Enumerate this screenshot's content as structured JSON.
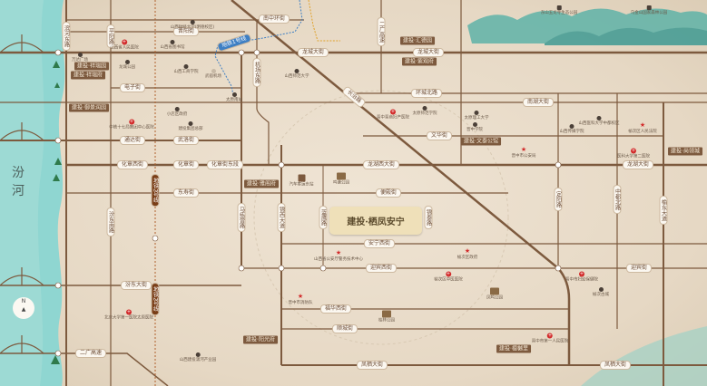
{
  "river": {
    "name_1": "汾",
    "name_2": "河",
    "color": "#7fd3cf"
  },
  "project": {
    "name": "建投·栖凤安宁",
    "accent": "#7d5a3e"
  },
  "compass": "N",
  "roads": [
    "滨河东路",
    "平阳路",
    "晋阳街",
    "南中环街",
    "龙城大街",
    "龙城大街",
    "电子街",
    "通达街",
    "武洛街",
    "化章西街",
    "化章街",
    "化章街东段",
    "东寿街",
    "机场东路",
    "二广高速",
    "环城北路",
    "南湖大街",
    "文华街",
    "龙湖西大街",
    "龙湖大街",
    "长治路",
    "便殿街",
    "安宁西街",
    "迎宾西街",
    "迎宾街",
    "福华西街",
    "顺城街",
    "凤栖大街",
    "凤栖大街",
    "汾东南路",
    "汾东大街",
    "二广高速",
    "马练营路",
    "锦西大道",
    "蓝鹰路",
    "锦泰路",
    "定阳路",
    "中都北路",
    "榆东大道",
    "地铁1号线",
    "地铁2号线",
    "地铁2号线"
  ],
  "projects": [
    "建投·祥瑞园",
    "建投·祥瑞府",
    "建投·御景润园",
    "建投·汇德园",
    "建投·紫观府",
    "建投·文泰公馆",
    "建投·尚领城",
    "建投·雅阁府",
    "建投·阳光府",
    "建投·檀樾里"
  ],
  "pois": [
    {
      "name": "山西省人民医院",
      "type": "hospital"
    },
    {
      "name": "中铁十七局集团中心医院",
      "type": "hospital"
    },
    {
      "name": "晋中晋商妇产医院",
      "type": "hospital"
    },
    {
      "name": "晋中市公安局",
      "type": "star"
    },
    {
      "name": "榆次区人民法院",
      "type": "star"
    },
    {
      "name": "医科大学第二医院",
      "type": "hospital"
    },
    {
      "name": "榆次区中医医院",
      "type": "hospital"
    },
    {
      "name": "榆次区政府",
      "type": "star"
    },
    {
      "name": "山西省公安厅警务技术中心",
      "type": "star"
    },
    {
      "name": "晋中市消防队",
      "type": "star"
    },
    {
      "name": "北京大学第一医院太原医院",
      "type": "hospital"
    },
    {
      "name": "晋中市第一人民医院",
      "type": "hospital"
    },
    {
      "name": "晋中市妇幼保健院",
      "type": "hospital"
    },
    {
      "name": "山西财经大学(明德校区)",
      "type": "dot"
    },
    {
      "name": "山西工商学院",
      "type": "dot"
    },
    {
      "name": "山西师范大学",
      "type": "dot"
    },
    {
      "name": "太原师范学院",
      "type": "dot"
    },
    {
      "name": "太原理工大学",
      "type": "dot"
    },
    {
      "name": "晋中学院",
      "type": "dot"
    },
    {
      "name": "山西医科大学中都校区",
      "type": "dot"
    },
    {
      "name": "山西传媒学院",
      "type": "dot"
    },
    {
      "name": "山西省图书馆",
      "type": "dot"
    },
    {
      "name": "小店区政府",
      "type": "dot"
    },
    {
      "name": "建投集团总部",
      "type": "dot"
    },
    {
      "name": "太原南站",
      "type": "dot"
    },
    {
      "name": "榆次古城",
      "type": "dot"
    },
    {
      "name": "龙城公园",
      "type": "dot"
    },
    {
      "name": "万达广场",
      "type": "dot"
    },
    {
      "name": "山西建投潇河产业园",
      "type": "dot"
    },
    {
      "name": "东山五龙寺生态公园",
      "type": "landmark"
    },
    {
      "name": "乌金山国家森林公园",
      "type": "landmark"
    },
    {
      "name": "鸣谦公园",
      "type": "park"
    },
    {
      "name": "凤鸣公园",
      "type": "park"
    },
    {
      "name": "桂林公园",
      "type": "park"
    },
    {
      "name": "汽车客运东站",
      "type": "bus"
    },
    {
      "name": "武宿机场",
      "type": "dot"
    }
  ]
}
